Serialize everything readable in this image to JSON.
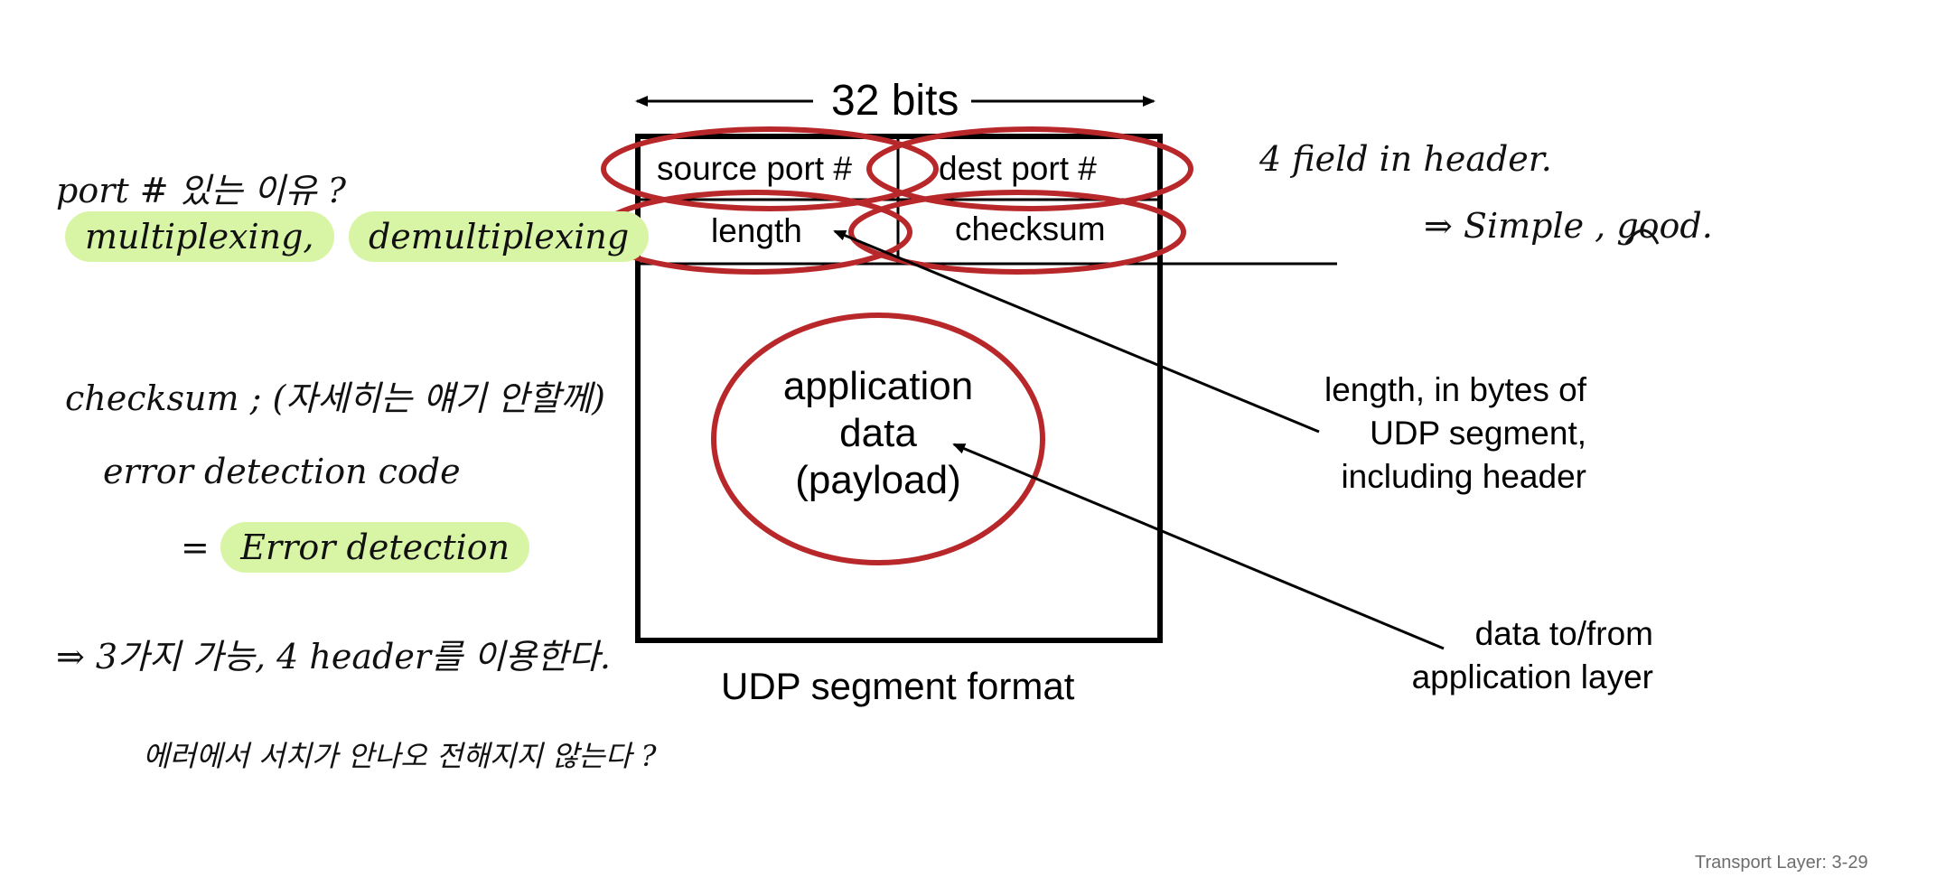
{
  "diagram": {
    "width_label": "32 bits",
    "fields": {
      "source_port": "source port #",
      "dest_port": "dest port #",
      "length": "length",
      "checksum": "checksum"
    },
    "payload_lines": [
      "application",
      "data",
      "(payload)"
    ],
    "caption": "UDP segment format",
    "annotations": {
      "length_lines": [
        "length, in bytes of",
        "UDP segment,",
        "including header"
      ],
      "data_lines": [
        "data to/from",
        "application layer"
      ]
    },
    "ring_color": "#b8282a"
  },
  "handwritten": {
    "left": {
      "q_port": "port #  있는 이유 ?",
      "mux": "multiplexing,",
      "demux": "demultiplexing",
      "checksum_line": "checksum ;  (자세히는 얘기 안할께)",
      "error_code": "error detection code",
      "error_detection": "Error detection",
      "eq": "=",
      "summary": "⇒  3가지 가능,  4 header를 이용한다.",
      "question": "에러에서 서치가 안나오 전해지지 않는다 ?"
    },
    "right": {
      "fields_note": "4  field   in  header.",
      "simple_note": "⇒  Simple  ,  good."
    },
    "highlight_color": "#d7f5a4"
  },
  "footer": "Transport Layer: 3-29"
}
